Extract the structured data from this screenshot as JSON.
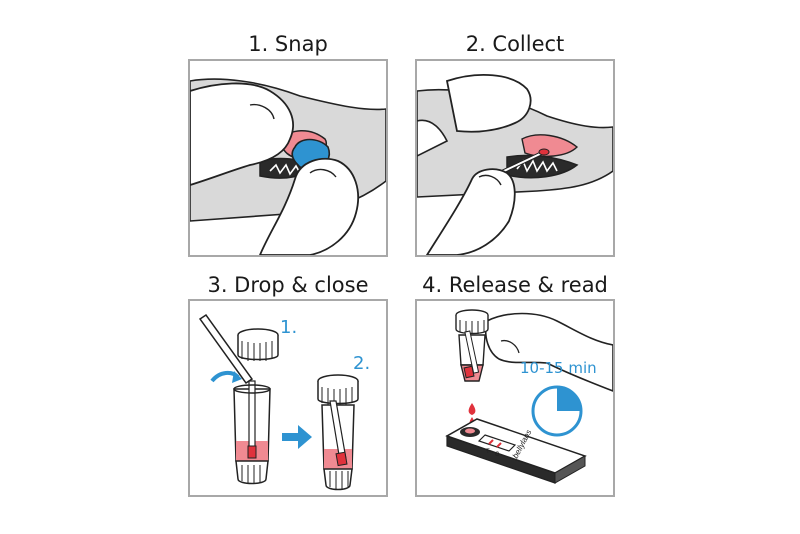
{
  "steps": [
    {
      "title": "1. Snap"
    },
    {
      "title": "2. Collect"
    },
    {
      "title": "3. Drop & close",
      "sub1": "1.",
      "sub2": "2."
    },
    {
      "title": "4. Release & read",
      "timer": "10-15 min",
      "strip_t": "T",
      "strip_c": "C",
      "brand": "bellylabs"
    }
  ],
  "colors": {
    "blue": "#2e93d1",
    "red": "#e0323c",
    "pink": "#f08a92",
    "gray": "#d9d9d9",
    "dark": "#2a2a2a",
    "border": "#a8a8a8"
  }
}
